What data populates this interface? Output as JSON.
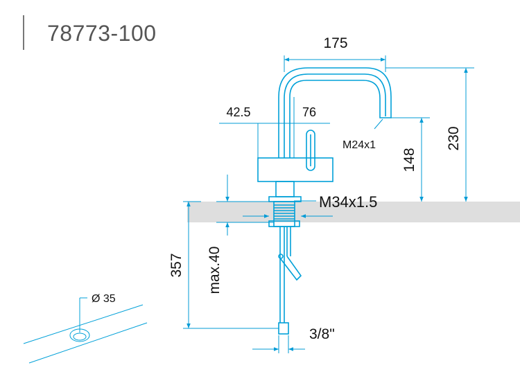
{
  "title": "78773-100",
  "colors": {
    "drawing": "#00a0d8",
    "dimension": "#009bd6",
    "countertop": "#dedede",
    "text": "#111111"
  },
  "dimensions": {
    "spout_reach": "175",
    "lever_offset": "42.5",
    "lever_height": "76",
    "outlet_thread": "M24x1",
    "outlet_height": "148",
    "total_height": "230",
    "mount_thread": "M34x1.5",
    "below_counter_length": "357",
    "max_counter_thickness": "max.40",
    "hose_connection": "3/8\"",
    "hole_diameter": "Ø 35"
  }
}
